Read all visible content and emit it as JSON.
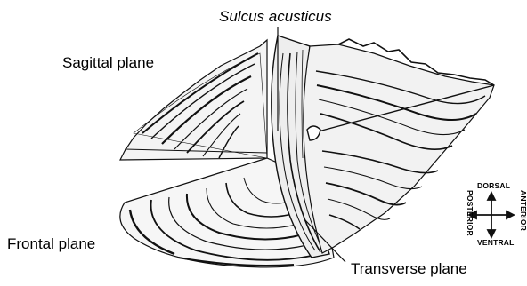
{
  "labels": {
    "sulcus": "Sulcus acusticus",
    "sagittal": "Sagittal plane",
    "frontal": "Frontal plane",
    "transverse": "Transverse plane"
  },
  "compass": {
    "dorsal": "DORSAL",
    "ventral": "VENTRAL",
    "posterior": "POSTERIOR",
    "anterior": "ANTERIOR"
  },
  "colors": {
    "ink": "#111111",
    "paper": "#ffffff"
  }
}
